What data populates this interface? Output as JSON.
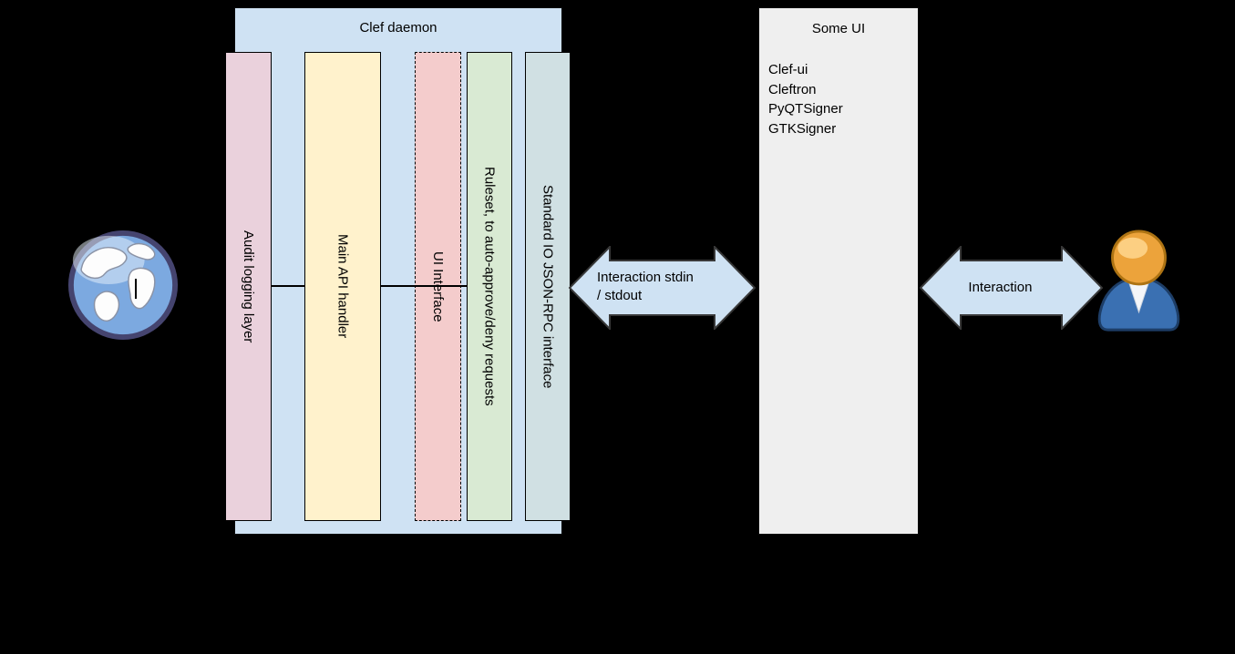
{
  "canvas": {
    "background": "#000000"
  },
  "clef_daemon": {
    "title": "Clef daemon",
    "fill": "#cfe2f3",
    "bars": [
      {
        "label": "Audit logging layer",
        "fill": "#ead1dc",
        "border": "solid"
      },
      {
        "label": "Main API handler",
        "fill": "#fff2cc",
        "border": "solid"
      },
      {
        "label": "UI Interface",
        "fill": "#f4cccc",
        "border": "dashed"
      },
      {
        "label": "Ruleset, to auto-approve/deny requests",
        "fill": "#d9ead3",
        "border": "solid"
      },
      {
        "label": "Standard IO JSON-RPC interface",
        "fill": "#d0e0e3",
        "border": "solid"
      }
    ]
  },
  "some_ui": {
    "title": "Some UI",
    "fill": "#efefef",
    "items": [
      "Clef-ui",
      "Cleftron",
      "PyQTSigner",
      "GTKSigner"
    ]
  },
  "arrows": {
    "left": {
      "line1": "Interaction stdin",
      "line2": "/ stdout",
      "fill": "#cfe2f3",
      "stroke": "#383838"
    },
    "right": {
      "label": "Interaction",
      "fill": "#cfe2f3",
      "stroke": "#383838"
    }
  },
  "icons": {
    "left": "globe-icon",
    "right": "user-icon"
  }
}
